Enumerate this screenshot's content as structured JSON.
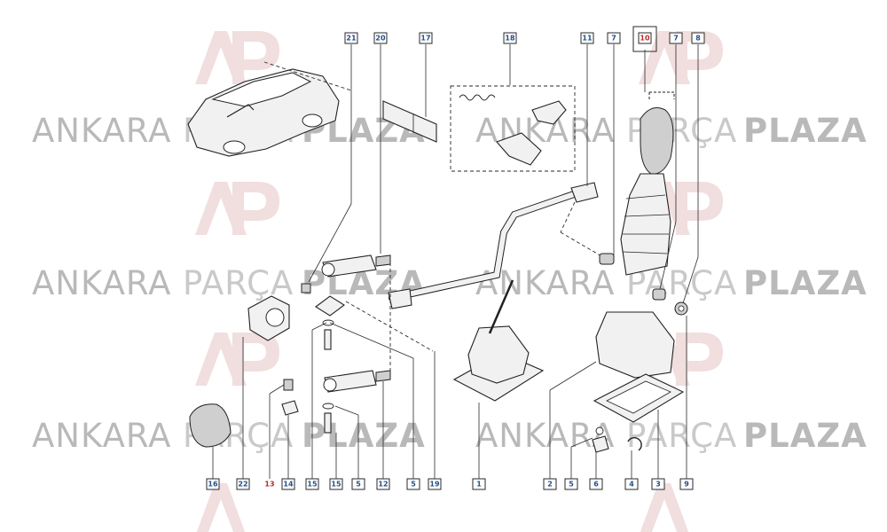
{
  "watermark": {
    "brand_a": "ANKARA",
    "brand_b": "PARÇA",
    "brand_c": "PLAZA",
    "color_a": "#b9b9b9",
    "color_b": "#c9c9c9",
    "logo_color": "#e6c3c3"
  },
  "highlight_color": "#e0242b",
  "callouts": {
    "c21": "21",
    "c20": "20",
    "c17": "17",
    "c18": "18",
    "c11": "11",
    "c7a": "7",
    "c10": "10",
    "c7b": "7",
    "c8": "8",
    "c16": "16",
    "c22": "22",
    "c13": "13",
    "c14": "14",
    "c15a": "15",
    "c15b": "15",
    "c5a": "5",
    "c12": "12",
    "c5b": "5",
    "c19": "19",
    "c1": "1",
    "c2": "2",
    "c5c": "5",
    "c6": "6",
    "c4": "4",
    "c3": "3",
    "c9": "9"
  }
}
